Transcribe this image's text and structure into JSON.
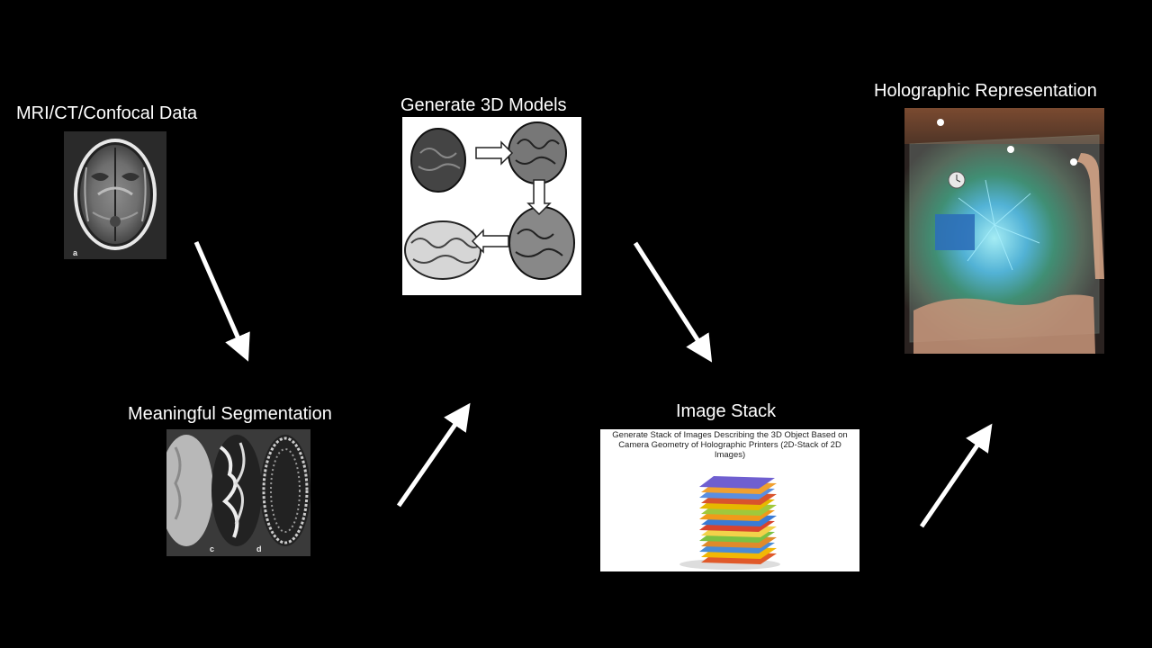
{
  "steps": {
    "mri": {
      "title": "MRI/CT/Confocal Data",
      "panel_letter": "a"
    },
    "segmentation": {
      "title": "Meaningful Segmentation",
      "panel_letters": [
        "c",
        "d"
      ]
    },
    "models": {
      "title": "Generate 3D Models"
    },
    "stack": {
      "title": "Image Stack",
      "caption": "Generate Stack of Images Describing the 3D Object Based on Camera Geometry of Holographic Printers (2D-Stack of 2D Images)"
    },
    "hologram": {
      "title": "Holographic Representation"
    }
  },
  "arrow_color": "#ffffff"
}
